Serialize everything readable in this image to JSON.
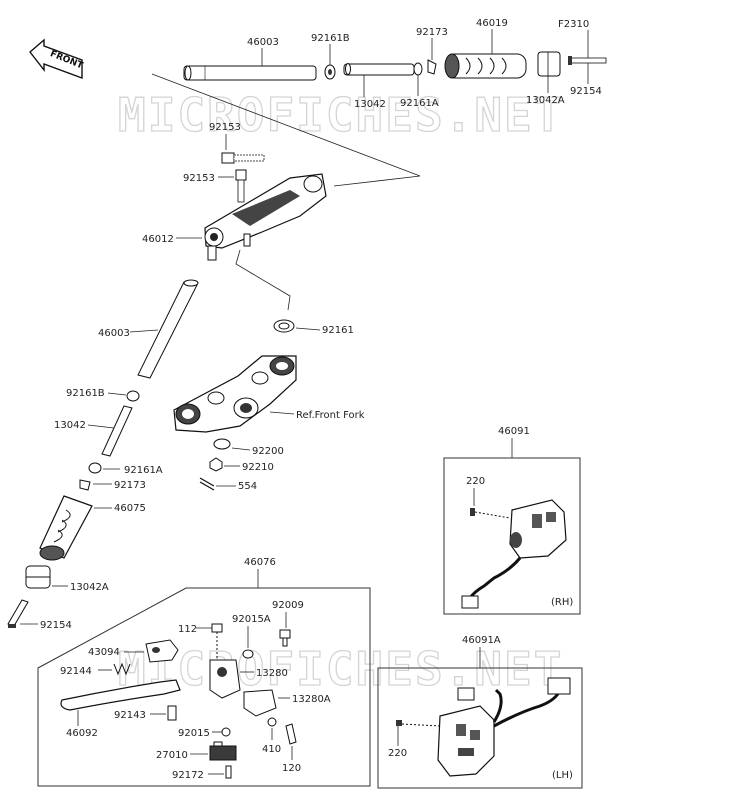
{
  "watermark": "MICROFICHES.NET",
  "front_badge": "FRONT",
  "ref_note": "Ref.Front Fork",
  "labels": {
    "handlebar_top": "46003",
    "collar_top": "92161B",
    "clip_top": "92173",
    "grip_top": "46019",
    "std_code": "F2310",
    "weight_pipe_top": "13042",
    "washer_top": "92161A",
    "weight_top": "13042A",
    "bolt_top": "92154",
    "bolt_a": "92153",
    "bolt_b": "92153",
    "holder": "46012",
    "handlebar_left": "46003",
    "spacer": "92161",
    "collar_left": "92161B",
    "pipe_left": "13042",
    "washer_200": "92200",
    "washer_left": "92161A",
    "nut": "92210",
    "clip_left": "92173",
    "cotter": "554",
    "grip_left": "46075",
    "weight_left": "13042A",
    "bolt_left": "92154",
    "lever_assy": "46076",
    "switch_rh": "46091",
    "screw_rh": "220",
    "rh_tag": "(RH)",
    "switch_lh": "46091A",
    "screw_lh": "220",
    "lh_tag": "(LH)",
    "bolt_112": "112",
    "collar_92015a": "92015A",
    "bolt_92009": "92009",
    "bracket_43094": "43094",
    "spring_92144": "92144",
    "holder_13280": "13280",
    "holder_13280a": "13280A",
    "lever_46092": "46092",
    "pin_92143": "92143",
    "collar_92015": "92015",
    "washer_410": "410",
    "bolt_120": "120",
    "switch_27010": "27010",
    "screw_92172": "92172"
  },
  "colors": {
    "line": "#222222",
    "part_fill": "#ffffff",
    "dark_fill": "#3a3a3a",
    "watermark": "#d4d4d4"
  }
}
